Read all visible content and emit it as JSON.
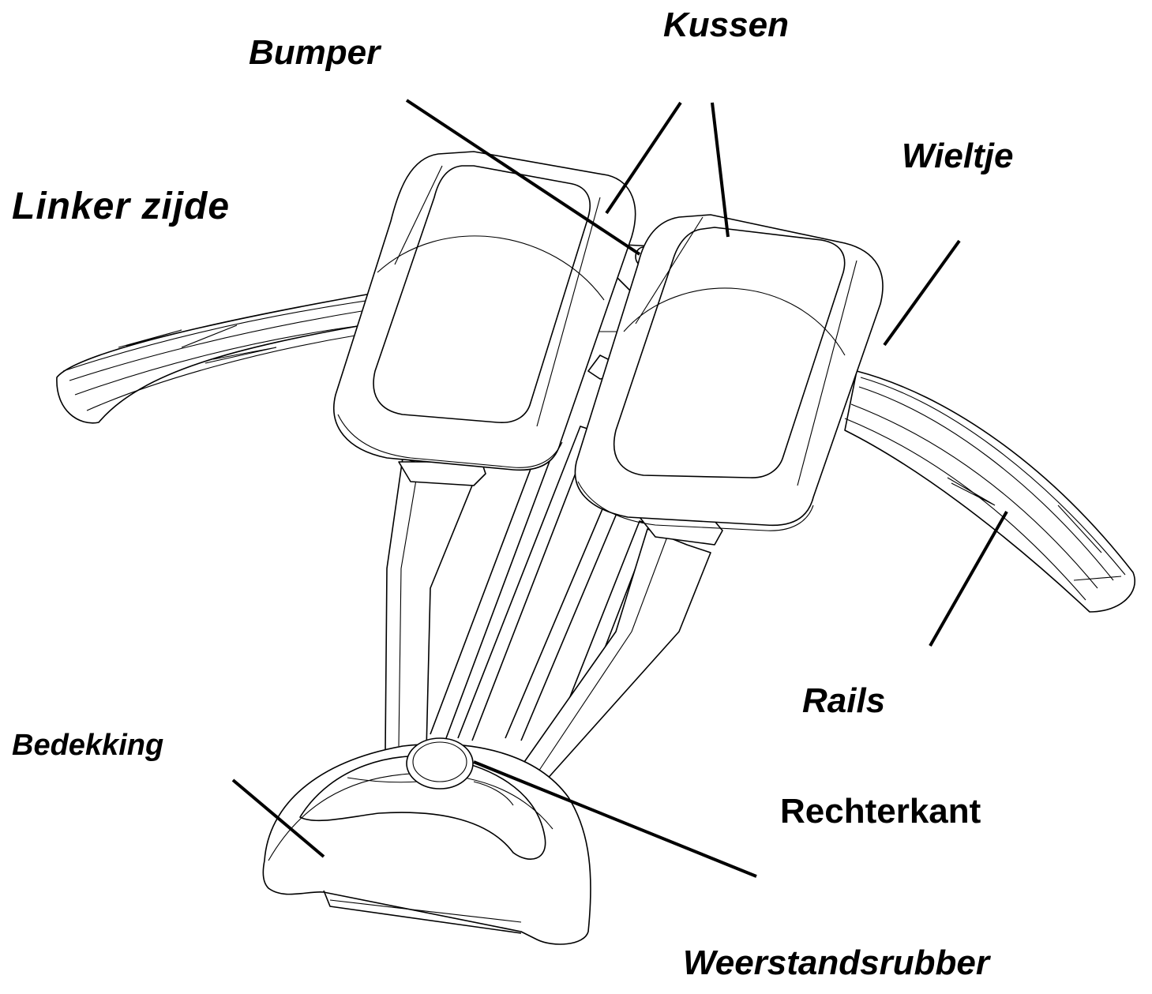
{
  "labels": {
    "kussen": "Kussen",
    "bumper": "Bumper",
    "wieltje": "Wieltje",
    "linker_zijde": "Linker zijde",
    "rails": "Rails",
    "bedekking": "Bedekking",
    "rechterkant": "Rechterkant",
    "weerstandsrubber": "Weerstandsrubber"
  },
  "colors": {
    "line": "#000000",
    "background": "#ffffff"
  }
}
